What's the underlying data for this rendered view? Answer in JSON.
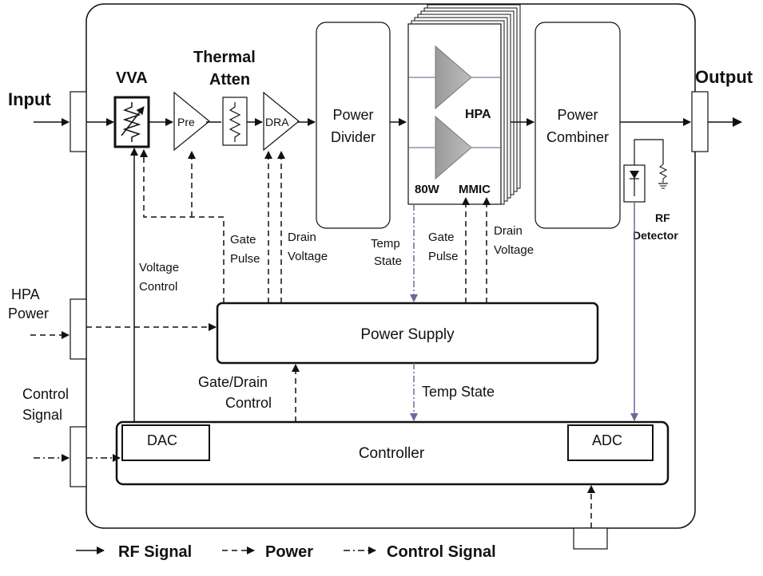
{
  "io": {
    "input": "Input",
    "output": "Output",
    "hpa_power": [
      "HPA",
      "Power"
    ],
    "control_signal": [
      "Control",
      "Signal"
    ]
  },
  "blocks": {
    "vva": "VVA",
    "thermal_atten": [
      "Thermal",
      "Atten"
    ],
    "pre": "Pre",
    "dra": "DRA",
    "power_divider": [
      "Power",
      "Divider"
    ],
    "hpa": "HPA",
    "hpa_80w": "80W",
    "hpa_mmic": "MMIC",
    "power_combiner": [
      "Power",
      "Combiner"
    ],
    "rf_detector": [
      "RF",
      "Detector"
    ],
    "power_supply": "Power Supply",
    "controller": "Controller",
    "dac": "DAC",
    "adc": "ADC"
  },
  "signals": {
    "gate_pulse_1": [
      "Gate",
      "Pulse"
    ],
    "drain_voltage_1": [
      "Drain",
      "Voltage"
    ],
    "voltage_control": [
      "Voltage",
      "Control"
    ],
    "temp_state_1": [
      "Temp",
      "State"
    ],
    "gate_pulse_2": [
      "Gate",
      "Pulse"
    ],
    "drain_voltage_2": [
      "Drain",
      "Voltage"
    ],
    "gate_drain_control": [
      "Gate/Drain",
      "Control"
    ],
    "temp_state_2": "Temp State"
  },
  "legend": {
    "rf_signal": "RF Signal",
    "power": "Power",
    "control_signal": "Control Signal"
  }
}
